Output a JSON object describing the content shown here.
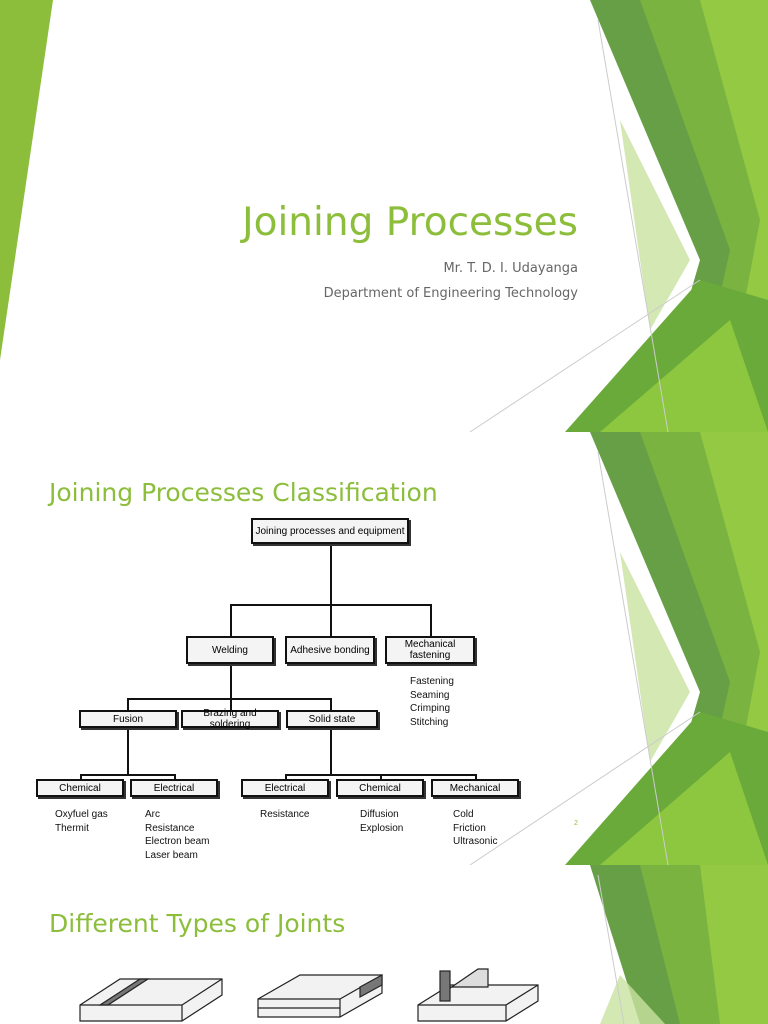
{
  "slide1": {
    "title": "Joining Processes",
    "author": "Mr. T. D. I. Udayanga",
    "department": "Department of Engineering Technology"
  },
  "slide2": {
    "title": "Joining Processes Classification",
    "page_number": "2",
    "diagram": {
      "root": "Joining processes and equipment",
      "level1": [
        "Welding",
        "Adhesive bonding",
        "Mechanical fastening"
      ],
      "mechanical_items": [
        "Fastening",
        "Seaming",
        "Crimping",
        "Stitching"
      ],
      "level2": [
        "Fusion",
        "Brazing and soldering",
        "Solid state"
      ],
      "fusion_children": [
        "Chemical",
        "Electrical"
      ],
      "solid_children": [
        "Electrical",
        "Chemical",
        "Mechanical"
      ],
      "leaves": {
        "fusion_chemical": [
          "Oxyfuel gas",
          "Thermit"
        ],
        "fusion_electrical": [
          "Arc",
          "Resistance",
          "Electron beam",
          "Laser beam"
        ],
        "solid_electrical": [
          "Resistance"
        ],
        "solid_chemical": [
          "Diffusion",
          "Explosion"
        ],
        "solid_mechanical": [
          "Cold",
          "Friction",
          "Ultrasonic"
        ]
      }
    }
  },
  "slide3": {
    "title": "Different Types of Joints"
  },
  "colors": {
    "accent": "#8cbe3c",
    "dark_green": "#5a9a3a",
    "light_green": "#b5d87a"
  }
}
